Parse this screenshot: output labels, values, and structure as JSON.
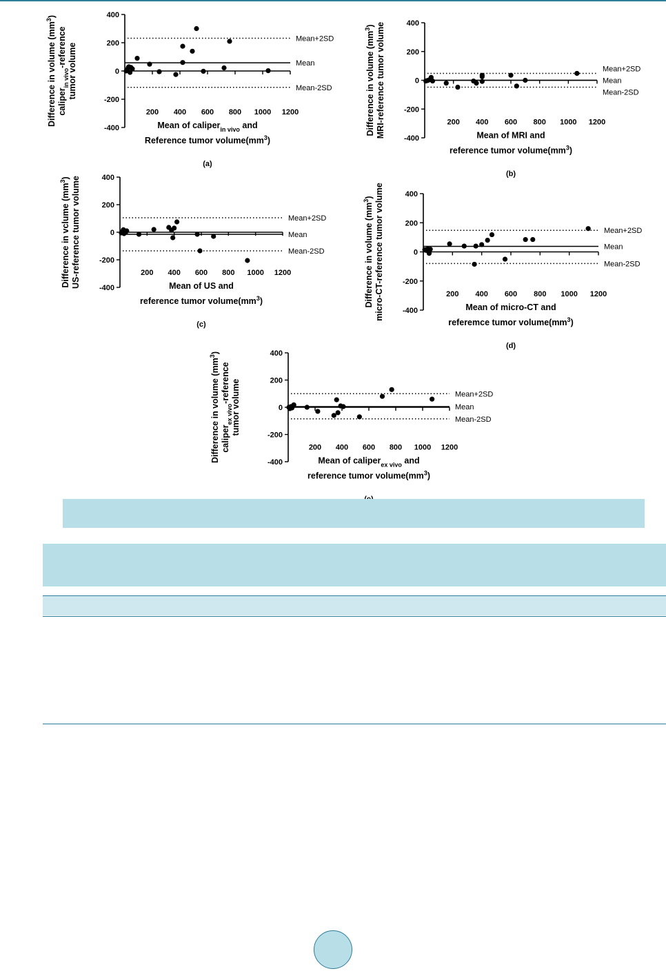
{
  "colors": {
    "accent": "#2e7d9a",
    "caption_fill": "#b8dfe8",
    "table_header_fill": "#cfe8ef"
  },
  "reference_lines": {
    "upper_label": "Mean+2SD",
    "mean_label": "Mean",
    "lower_label": "Mean-2SD"
  },
  "chart_data": [
    {
      "type": "scatter",
      "panel_label": "(a)",
      "xlabel_lines": [
        [
          {
            "t": "Mean of caliper"
          },
          {
            "t": "in vivo",
            "sub": true
          },
          {
            "t": " and"
          }
        ],
        [
          {
            "t": "Reference tumor volume(mm"
          },
          {
            "t": "3",
            "sup": true
          },
          {
            "t": ")"
          }
        ]
      ],
      "ylabel_lines": [
        [
          {
            "t": "Difference in volume (mm"
          },
          {
            "t": "3",
            "sup": true
          },
          {
            "t": ")"
          }
        ],
        [
          {
            "t": "caliper"
          },
          {
            "t": "in vivo",
            "sub": true
          },
          {
            "t": "-reference"
          }
        ],
        [
          {
            "t": "tumor volume"
          }
        ]
      ],
      "xlim": [
        0,
        1200
      ],
      "ylim": [
        -400,
        400
      ],
      "xticks": [
        200,
        400,
        600,
        800,
        1000,
        1200
      ],
      "yticks": [
        -400,
        -200,
        0,
        200,
        400
      ],
      "mean": 58,
      "upper": 232,
      "lower": -116,
      "points": [
        [
          10,
          0
        ],
        [
          18,
          10
        ],
        [
          25,
          25
        ],
        [
          30,
          30
        ],
        [
          38,
          -10
        ],
        [
          45,
          25
        ],
        [
          55,
          15
        ],
        [
          90,
          90
        ],
        [
          180,
          48
        ],
        [
          250,
          -5
        ],
        [
          370,
          -25
        ],
        [
          420,
          175
        ],
        [
          420,
          60
        ],
        [
          490,
          140
        ],
        [
          520,
          300
        ],
        [
          570,
          -2
        ],
        [
          720,
          22
        ],
        [
          760,
          210
        ],
        [
          1040,
          2
        ]
      ]
    },
    {
      "type": "scatter",
      "panel_label": "(b)",
      "xlabel_lines": [
        [
          {
            "t": "Mean of MRI and"
          }
        ],
        [
          {
            "t": "reference tumor volume(mm"
          },
          {
            "t": "3",
            "sup": true
          },
          {
            "t": ")"
          }
        ]
      ],
      "ylabel_lines": [
        [
          {
            "t": "Difference in volume (mm"
          },
          {
            "t": "3",
            "sup": true
          },
          {
            "t": ")"
          }
        ],
        [
          {
            "t": "MRI-reference tumor volume"
          }
        ]
      ],
      "xlim": [
        0,
        1200
      ],
      "ylim": [
        -400,
        400
      ],
      "xticks": [
        200,
        400,
        600,
        800,
        1000,
        1200
      ],
      "yticks": [
        -400,
        -200,
        0,
        200,
        400
      ],
      "mean": 0,
      "upper": 48,
      "lower": -48,
      "points": [
        [
          8,
          -5
        ],
        [
          15,
          -3
        ],
        [
          25,
          0
        ],
        [
          35,
          5
        ],
        [
          45,
          20
        ],
        [
          55,
          -5
        ],
        [
          150,
          -20
        ],
        [
          230,
          -48
        ],
        [
          340,
          -5
        ],
        [
          360,
          -20
        ],
        [
          400,
          25
        ],
        [
          400,
          35
        ],
        [
          400,
          -8
        ],
        [
          600,
          35
        ],
        [
          640,
          -40
        ],
        [
          700,
          0
        ],
        [
          1060,
          48
        ]
      ]
    },
    {
      "type": "scatter",
      "panel_label": "(c)",
      "xlabel_lines": [
        [
          {
            "t": "Mean of US and"
          }
        ],
        [
          {
            "t": "reference tumor volume(mm"
          },
          {
            "t": "3",
            "sup": true
          },
          {
            "t": ")"
          }
        ]
      ],
      "ylabel_lines": [
        [
          {
            "t": "Difference in vclume (mm"
          },
          {
            "t": "3",
            "sup": true
          },
          {
            "t": ")"
          }
        ],
        [
          {
            "t": "US-reference tumor volume"
          }
        ]
      ],
      "xlim": [
        0,
        1200
      ],
      "ylim": [
        -400,
        400
      ],
      "xticks": [
        200,
        400,
        600,
        800,
        1000,
        1200
      ],
      "yticks": [
        -400,
        -200,
        0,
        200,
        400
      ],
      "mean": -15,
      "upper": 105,
      "lower": -135,
      "points": [
        [
          10,
          -5
        ],
        [
          18,
          5
        ],
        [
          25,
          18
        ],
        [
          30,
          -10
        ],
        [
          35,
          10
        ],
        [
          42,
          0
        ],
        [
          50,
          10
        ],
        [
          140,
          -15
        ],
        [
          250,
          20
        ],
        [
          360,
          35
        ],
        [
          380,
          15
        ],
        [
          390,
          -40
        ],
        [
          400,
          30
        ],
        [
          420,
          75
        ],
        [
          570,
          -15
        ],
        [
          590,
          -135
        ],
        [
          690,
          -30
        ],
        [
          940,
          -205
        ]
      ]
    },
    {
      "type": "scatter",
      "panel_label": "(d)",
      "xlabel_lines": [
        [
          {
            "t": "Mean of micro-CT and"
          }
        ],
        [
          {
            "t": "referemce tumor volume(mm"
          },
          {
            "t": "3",
            "sup": true
          },
          {
            "t": ")"
          }
        ]
      ],
      "ylabel_lines": [
        [
          {
            "t": "Difference in volume (mm"
          },
          {
            "t": "3",
            "sup": true
          },
          {
            "t": ")"
          }
        ],
        [
          {
            "t": "micro-CT-reference tumor volume"
          }
        ]
      ],
      "xlim": [
        0,
        1200
      ],
      "ylim": [
        -400,
        400
      ],
      "xticks": [
        200,
        400,
        600,
        800,
        1000,
        1200
      ],
      "yticks": [
        -400,
        -200,
        0,
        200,
        400
      ],
      "mean": 38,
      "upper": 148,
      "lower": -80,
      "points": [
        [
          10,
          15
        ],
        [
          20,
          10
        ],
        [
          30,
          20
        ],
        [
          40,
          -10
        ],
        [
          48,
          18
        ],
        [
          180,
          55
        ],
        [
          280,
          40
        ],
        [
          350,
          -85
        ],
        [
          360,
          40
        ],
        [
          400,
          50
        ],
        [
          440,
          80
        ],
        [
          470,
          118
        ],
        [
          560,
          -50
        ],
        [
          700,
          85
        ],
        [
          750,
          85
        ],
        [
          1130,
          160
        ]
      ]
    },
    {
      "type": "scatter",
      "panel_label": "(e)",
      "xlabel_lines": [
        [
          {
            "t": "Mean of caliper"
          },
          {
            "t": "ex vivo",
            "sub": true
          },
          {
            "t": " and"
          }
        ],
        [
          {
            "t": "reference tumor volume(mm"
          },
          {
            "t": "3",
            "sup": true
          },
          {
            "t": ")"
          }
        ]
      ],
      "ylabel_lines": [
        [
          {
            "t": "Difference in volume (mm"
          },
          {
            "t": "3",
            "sup": true
          },
          {
            "t": ")"
          }
        ],
        [
          {
            "t": "caliper"
          },
          {
            "t": "ex vivo",
            "sub": true
          },
          {
            "t": "-reference"
          }
        ],
        [
          {
            "t": "tumor volume"
          }
        ]
      ],
      "xlim": [
        0,
        1200
      ],
      "ylim": [
        -400,
        400
      ],
      "xticks": [
        200,
        400,
        600,
        800,
        1000,
        1200
      ],
      "yticks": [
        -400,
        -200,
        0,
        200,
        400
      ],
      "mean": 5,
      "upper": 100,
      "lower": -85,
      "points": [
        [
          5,
          0
        ],
        [
          12,
          -10
        ],
        [
          20,
          5
        ],
        [
          28,
          -5
        ],
        [
          35,
          10
        ],
        [
          42,
          18
        ],
        [
          140,
          0
        ],
        [
          220,
          -30
        ],
        [
          340,
          -60
        ],
        [
          360,
          55
        ],
        [
          370,
          -40
        ],
        [
          390,
          10
        ],
        [
          410,
          5
        ],
        [
          530,
          -70
        ],
        [
          700,
          80
        ],
        [
          770,
          130
        ],
        [
          1070,
          60
        ]
      ]
    }
  ]
}
